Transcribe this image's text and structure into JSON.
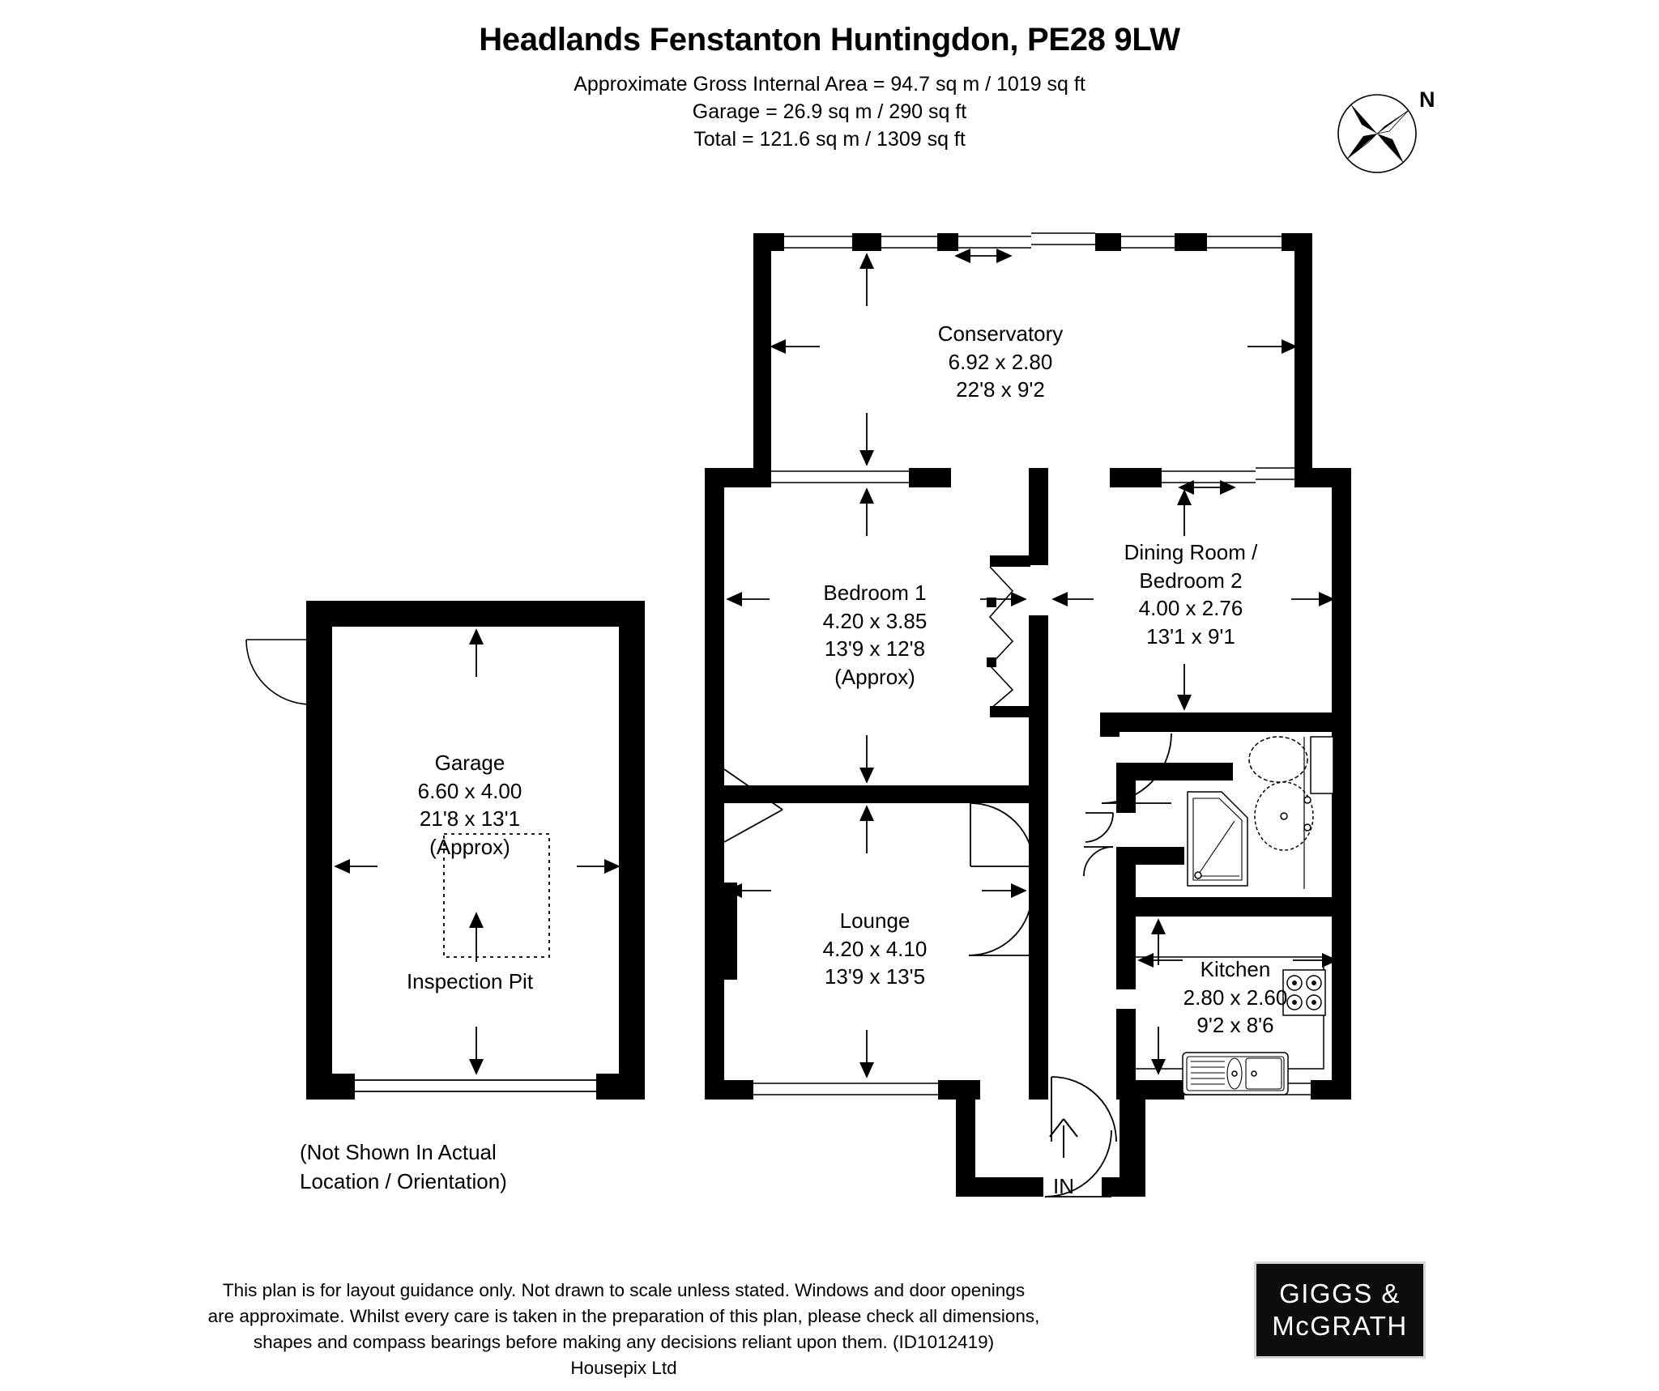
{
  "header": {
    "title": "Headlands Fenstanton Huntingdon, PE28 9LW",
    "area_lines": [
      "Approximate Gross Internal Area = 94.7 sq m / 1019 sq ft",
      "Garage = 26.9 sq m / 290 sq ft",
      "Total = 121.6 sq m / 1309 sq ft"
    ]
  },
  "compass": {
    "north_label": "N"
  },
  "rooms": {
    "conservatory": {
      "name": "Conservatory",
      "dim_metric": "6.92 x 2.80",
      "dim_imperial": "22'8 x 9'2"
    },
    "bedroom1": {
      "name": "Bedroom 1",
      "dim_metric": "4.20 x 3.85",
      "dim_imperial": "13'9 x 12'8",
      "note": "(Approx)"
    },
    "dining": {
      "name_line1": "Dining Room /",
      "name_line2": "Bedroom 2",
      "dim_metric": "4.00 x 2.76",
      "dim_imperial": "13'1 x 9'1"
    },
    "lounge": {
      "name": "Lounge",
      "dim_metric": "4.20 x 4.10",
      "dim_imperial": "13'9 x 13'5"
    },
    "kitchen": {
      "name": "Kitchen",
      "dim_metric": "2.80 x 2.60",
      "dim_imperial": "9'2 x 8'6"
    },
    "garage": {
      "name": "Garage",
      "dim_metric": "6.60 x 4.00",
      "dim_imperial": "21'8 x 13'1",
      "note": "(Approx)",
      "feature_label": "Inspection Pit",
      "location_note_line1": "(Not Shown In Actual",
      "location_note_line2": "Location / Orientation)"
    }
  },
  "annotations": {
    "entrance": "IN"
  },
  "footer": {
    "lines": [
      "This plan is for layout guidance only. Not drawn to scale unless stated. Windows and door openings",
      "are approximate. Whilst every care is taken in the preparation of this plan, please check all dimensions,",
      "shapes and compass bearings before making any decisions reliant upon them. (ID1012419)",
      "Housepix Ltd"
    ]
  },
  "logo": {
    "line1": "GIGGS &",
    "line2": "McGRATH"
  },
  "colors": {
    "wall": "#000000",
    "background": "#ffffff",
    "logo_bg": "#0d0d0d",
    "logo_text": "#ffffff"
  }
}
